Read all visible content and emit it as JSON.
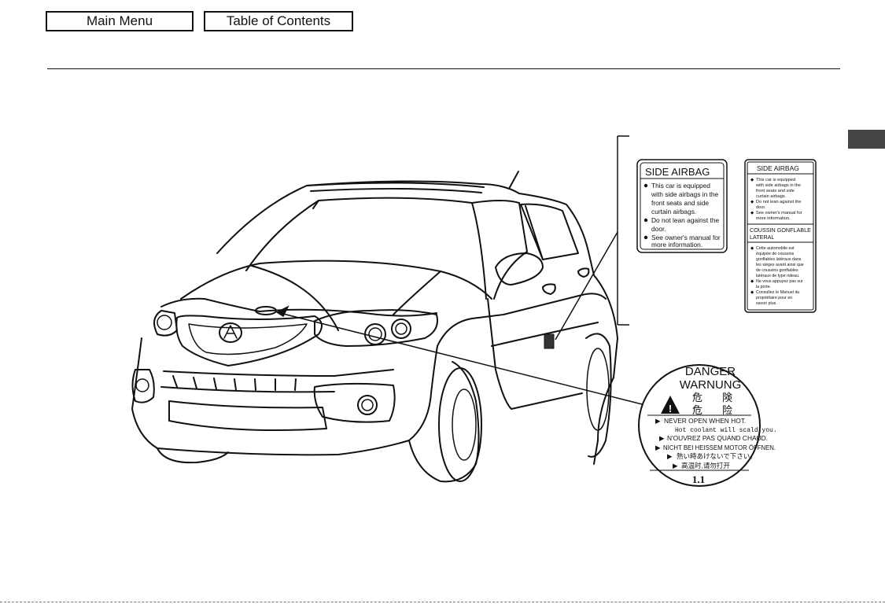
{
  "nav": {
    "main_menu": "Main Menu",
    "toc": "Table of Contents"
  },
  "side_airbag_label_english": {
    "title": "SIDE AIRBAG",
    "lines": [
      "This car is equipped",
      "with side airbags in the",
      "front seats and side",
      "curtain airbags.",
      "Do not lean against the",
      "door.",
      "See owner's manual for",
      "more information."
    ]
  },
  "side_airbag_label_bilingual": {
    "title": "SIDE   AIRBAG",
    "english_lines": [
      "This car is equipped",
      "with side airbags in the",
      "front seats and side",
      "curtain airbags.",
      "Do not lean against the",
      "door.",
      "See owner's manual for",
      "more information."
    ],
    "french_title_1": "COUSSIN   GONFLABLE",
    "french_title_2": "LATERAL",
    "french_lines": [
      "Cette automobile est",
      "équipée de coussins",
      "gonflables latéraux dans",
      "les sièges avant ainsi que",
      "de coussins gonflables",
      "latéraux de type rideau.",
      "Ne vous appuyez pas sur",
      "la porte.",
      "Consultez le Manuel du",
      "propriétaire pour en",
      "savoir plus."
    ]
  },
  "radiator_cap_label": {
    "danger": "DANGER",
    "warnung": "WARNUNG",
    "cjk_1a": "危",
    "cjk_1b": "険",
    "cjk_2a": "危",
    "cjk_2b": "险",
    "line_1": "NEVER OPEN WHEN HOT.",
    "line_2": "Hot coolant will scald you.",
    "line_3": "N'OUVREZ PAS QUAND CHAUD.",
    "line_4": "NICHT BEI HEISSEM MOTOR ÖFFNEN.",
    "line_5": "熱い時あけないで下さい。",
    "line_6": "高温时,请勿打开",
    "rating": "1.1"
  },
  "icons": {
    "warning": "warning-triangle-icon",
    "pointer": "triangle-pointer-icon"
  }
}
